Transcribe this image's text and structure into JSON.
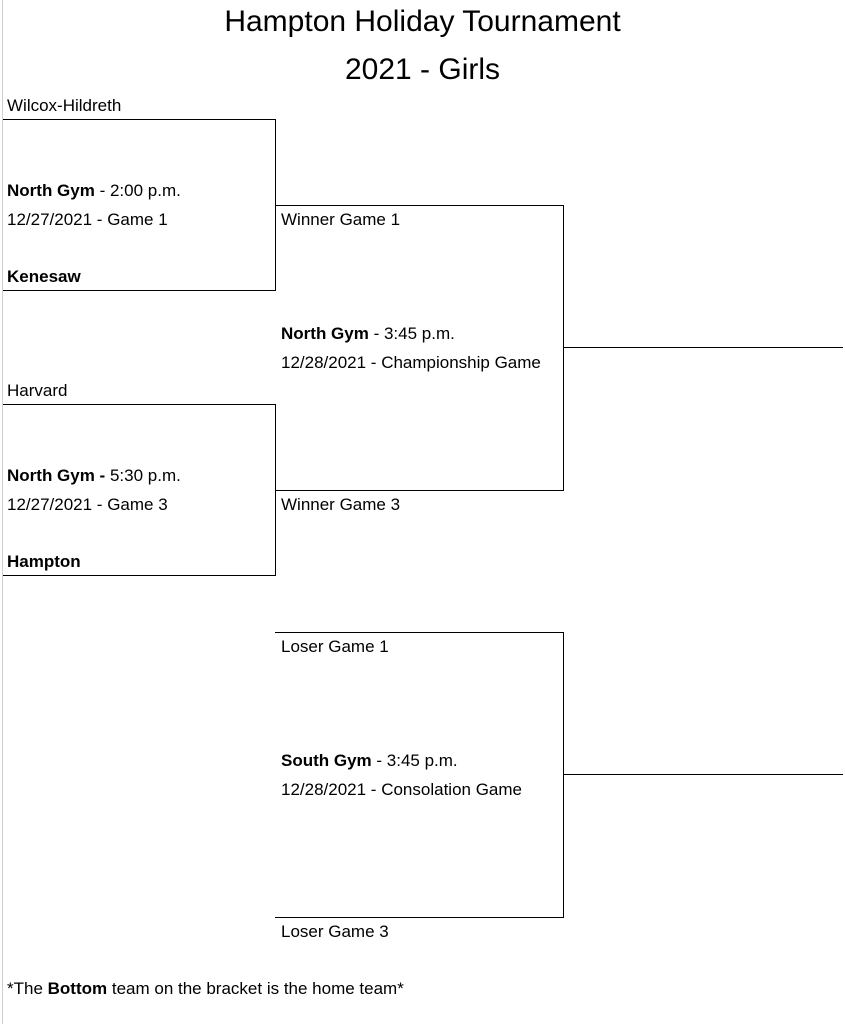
{
  "title": {
    "line1": "Hampton Holiday Tournament",
    "line2": "2021 - Girls"
  },
  "game1": {
    "top_team": "Wilcox-Hildreth",
    "venue": "North Gym",
    "time": " - 2:00 p.m.",
    "date_game": "12/27/2021 - Game 1",
    "bottom_team": "Kenesaw"
  },
  "game3": {
    "top_team": "Harvard",
    "venue": "North Gym -",
    "time": " 5:30 p.m.",
    "date_game": "12/27/2021 - Game 3",
    "bottom_team": "Hampton"
  },
  "championship": {
    "top_slot": "Winner Game 1",
    "venue": "North Gym",
    "time": " - 3:45 p.m.",
    "date_game": "12/28/2021 - Championship Game",
    "bottom_slot": "Winner Game 3"
  },
  "consolation": {
    "top_slot": "Loser Game 1",
    "venue": "South Gym",
    "time": " - 3:45 p.m.",
    "date_game": "12/28/2021 - Consolation Game",
    "bottom_slot": "Loser Game 3"
  },
  "footnote": {
    "prefix": "*The ",
    "emphasis": "Bottom",
    "suffix": " team on the bracket is the home team*"
  }
}
